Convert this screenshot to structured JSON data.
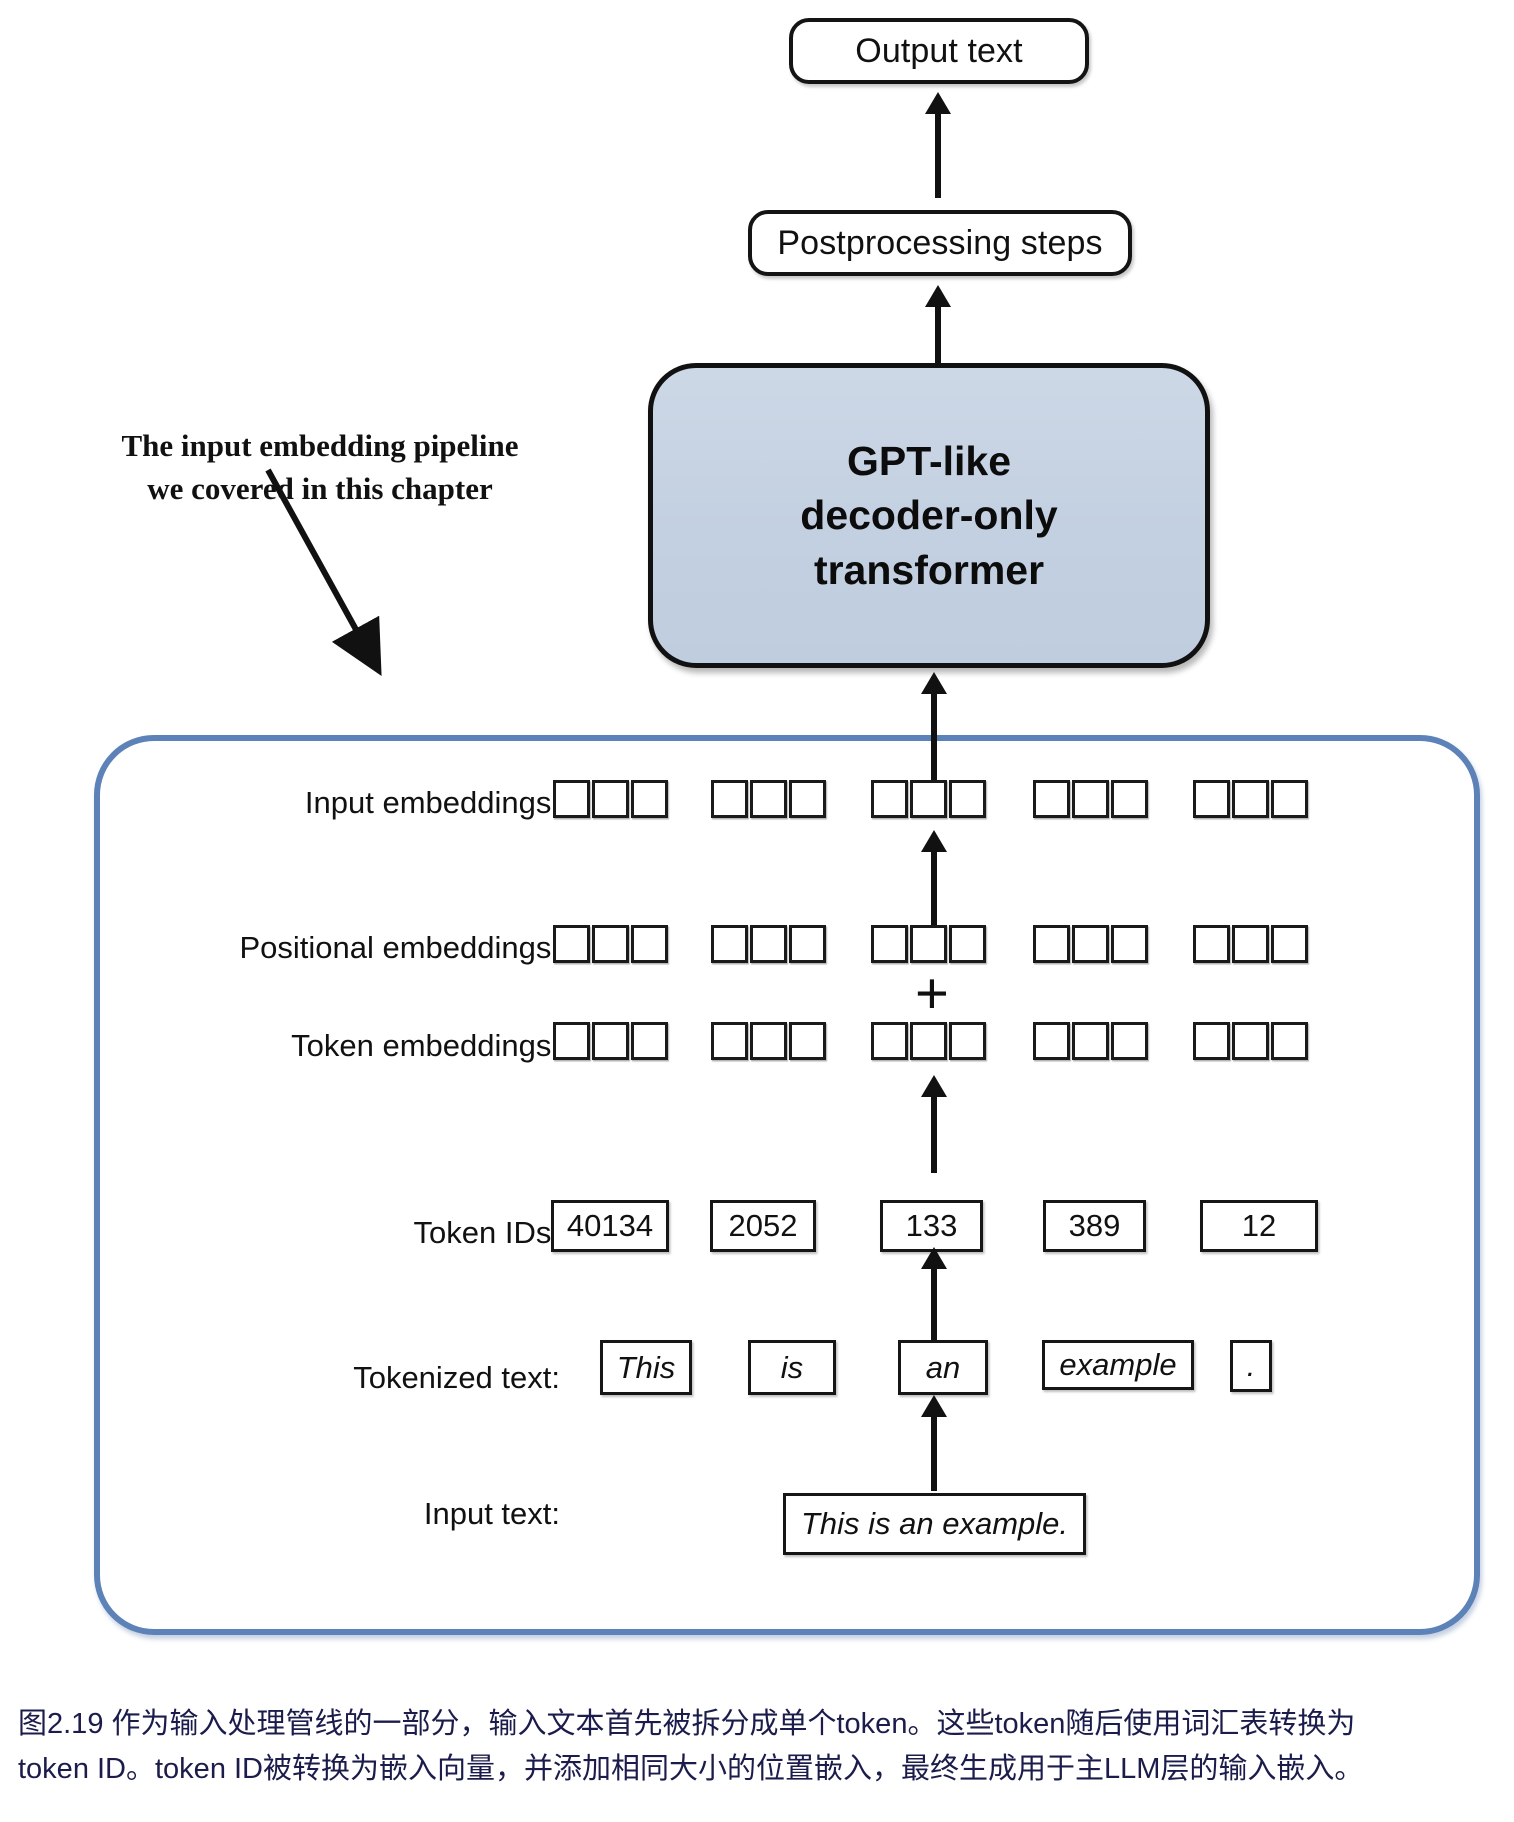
{
  "figure": {
    "top_boxes": [
      {
        "id": "output-text",
        "label": "Output text"
      },
      {
        "id": "postprocessing",
        "label": "Postprocessing steps"
      }
    ],
    "transformer": {
      "line1": "GPT-like",
      "line2": "decoder-only",
      "line3": "transformer",
      "fill_color": "#c4d0e0",
      "border_color": "#111111"
    },
    "annotation": {
      "line1": "The input embedding pipeline",
      "line2": "we covered in this chapter"
    },
    "pipeline_box": {
      "border_color": "#5c82b8"
    },
    "rows": {
      "input_embeddings": {
        "label": "Input embeddings:",
        "cells_per_group": 3,
        "groups": 5
      },
      "positional_embeddings": {
        "label": "Positional embeddings:",
        "cells_per_group": 3,
        "groups": 5
      },
      "token_embeddings": {
        "label": "Token embeddings:",
        "cells_per_group": 3,
        "groups": 5
      },
      "token_ids": {
        "label": "Token IDs:",
        "values": [
          "40134",
          "2052",
          "133",
          "389",
          "12"
        ]
      },
      "tokenized_text": {
        "label": "Tokenized text:",
        "values": [
          "This",
          "is",
          "an",
          "example",
          "."
        ]
      },
      "input_text": {
        "label": "Input text:",
        "value": "This is an example."
      }
    },
    "operators": {
      "plus": "+"
    }
  },
  "caption": {
    "line1": "图2.19 作为输入处理管线的一部分，输入文本首先被拆分成单个token。这些token随后使用词汇表转换为",
    "line2": "token ID。token ID被转换为嵌入向量，并添加相同大小的位置嵌入，最终生成用于主LLM层的输入嵌入。",
    "color": "#1b1c4b"
  }
}
